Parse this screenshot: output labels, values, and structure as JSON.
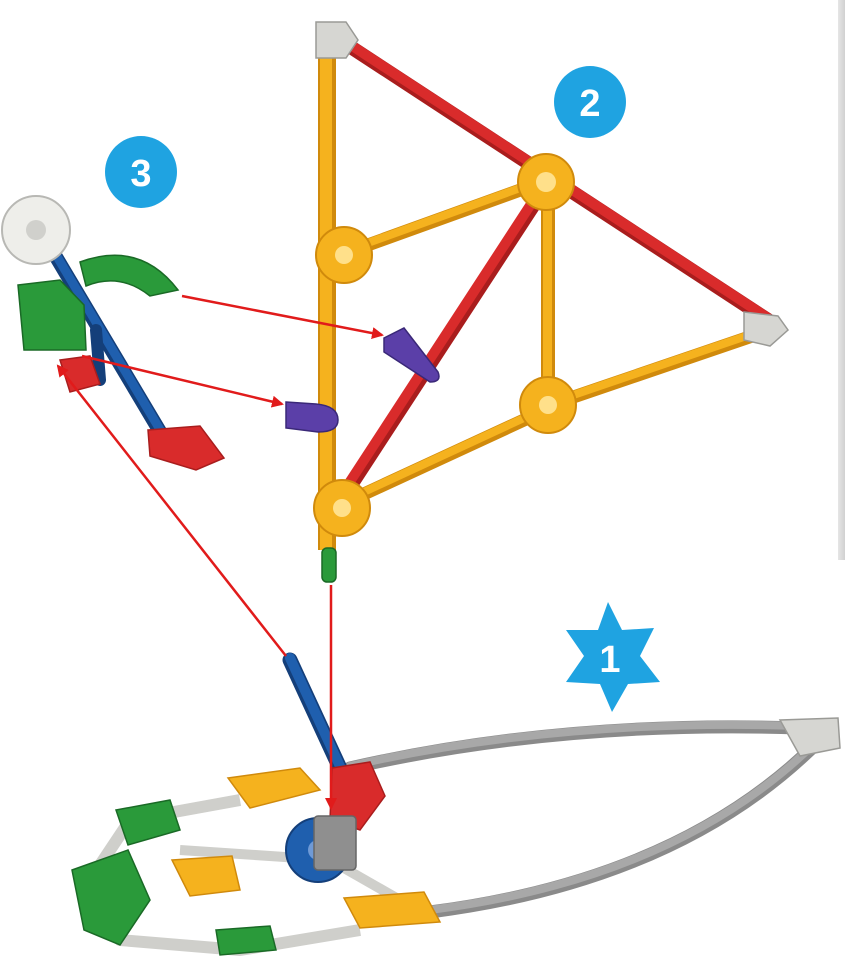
{
  "colors": {
    "yellow": "#F5B21E",
    "yellow_dark": "#D08A0C",
    "red": "#D92B2B",
    "red_dark": "#A91D1D",
    "blue": "#1F5FAE",
    "blue_dark": "#143F7A",
    "green": "#2A9A3A",
    "green_dark": "#1A6A26",
    "grey_rod": "#A8A8A8",
    "grey_connector": "#D6D6D2",
    "white_connector": "#EEEEEA",
    "purple_clip": "#5B3FA8",
    "arrow": "#E11B1B",
    "badge": "#1FA3E1",
    "badge_text": "#FFFFFF"
  },
  "icons": {
    "step1": "star-badge",
    "step2": "circle-badge",
    "step3": "circle-badge"
  },
  "steps": [
    {
      "number": "1",
      "shape": "star"
    },
    {
      "number": "2",
      "shape": "circle"
    },
    {
      "number": "3",
      "shape": "circle"
    }
  ]
}
